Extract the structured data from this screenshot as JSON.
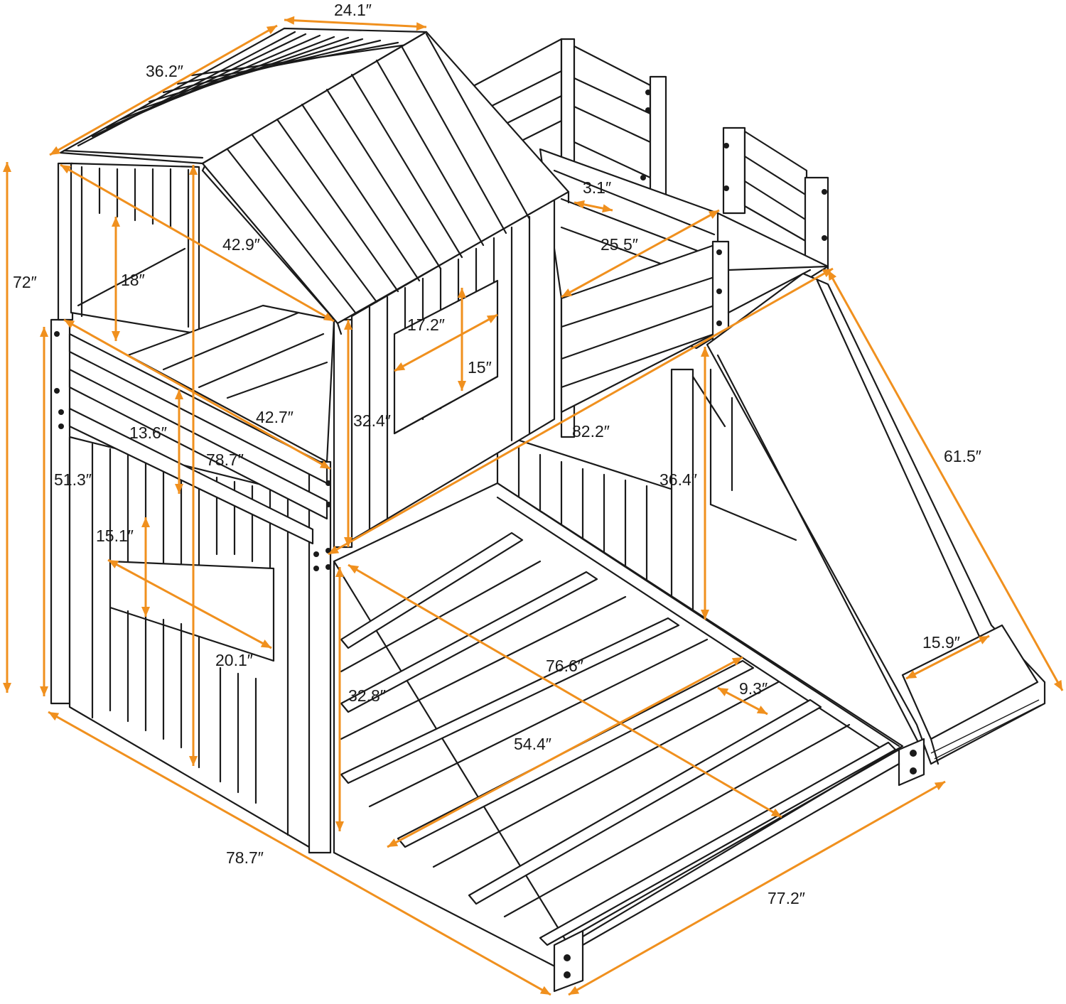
{
  "accent_color": "#f0901e",
  "line_color": "#1a1a1a",
  "dimensions": [
    {
      "id": "roof-width",
      "label": "24.1″"
    },
    {
      "id": "roof-depth",
      "label": "36.2″"
    },
    {
      "id": "overall-height",
      "label": "72″"
    },
    {
      "id": "roof-span",
      "label": "42.9″"
    },
    {
      "id": "window-upper-height",
      "label": "18″"
    },
    {
      "id": "deck-rail-gap",
      "label": "3.1″"
    },
    {
      "id": "deck-width",
      "label": "25.5″"
    },
    {
      "id": "window-upper-width",
      "label": "17.2″"
    },
    {
      "id": "window-upper-side-height",
      "label": "15″"
    },
    {
      "id": "upper-bunk-width",
      "label": "42.7″"
    },
    {
      "id": "upper-house-height",
      "label": "32.4″"
    },
    {
      "id": "guardrail-height",
      "label": "13.6″"
    },
    {
      "id": "overall-length",
      "label": "82.2″"
    },
    {
      "id": "slide-length",
      "label": "61.5″"
    },
    {
      "id": "front-post-height",
      "label": "51.3″"
    },
    {
      "id": "inner-height",
      "label": "78.7″"
    },
    {
      "id": "slide-platform-height",
      "label": "36.4″"
    },
    {
      "id": "lower-window-height",
      "label": "15.1″"
    },
    {
      "id": "slide-width",
      "label": "15.9″"
    },
    {
      "id": "lower-window-width",
      "label": "20.1″"
    },
    {
      "id": "lower-bunk-length",
      "label": "76.6″"
    },
    {
      "id": "lower-clearance",
      "label": "32.8″"
    },
    {
      "id": "slat-gap",
      "label": "9.3″"
    },
    {
      "id": "lower-bunk-width",
      "label": "54.4″"
    },
    {
      "id": "base-length",
      "label": "78.7″"
    },
    {
      "id": "base-width",
      "label": "77.2″"
    }
  ]
}
